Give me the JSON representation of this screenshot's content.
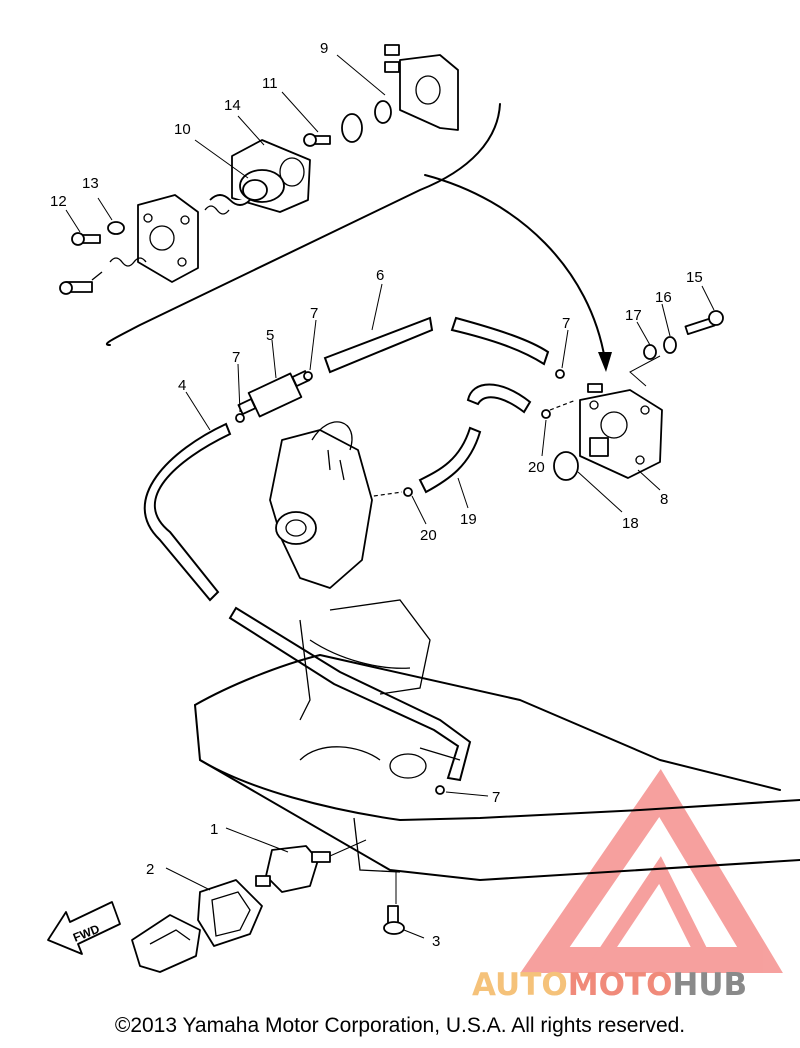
{
  "copyright": "©2013 Yamaha Motor Corporation, U.S.A. All rights reserved.",
  "watermark": {
    "word_part1": "AUTO",
    "word_part2": "MOTO",
    "word_part3": "HUB",
    "colors": {
      "auto": "#f5c27a",
      "moto": "#f08a7a",
      "hub": "#8a8a8a",
      "logo": "#ef5350"
    }
  },
  "direction_tag": "FWD",
  "part_numbers": {
    "p1": "1",
    "p2": "2",
    "p3": "3",
    "p4": "4",
    "p5": "5",
    "p6": "6",
    "p7a": "7",
    "p7b": "7",
    "p7c": "7",
    "p7d": "7",
    "p8": "8",
    "p9": "9",
    "p10": "10",
    "p11": "11",
    "p12": "12",
    "p13": "13",
    "p14": "14",
    "p15": "15",
    "p16": "16",
    "p17": "17",
    "p18": "18",
    "p19": "19",
    "p20a": "20",
    "p20b": "20"
  }
}
